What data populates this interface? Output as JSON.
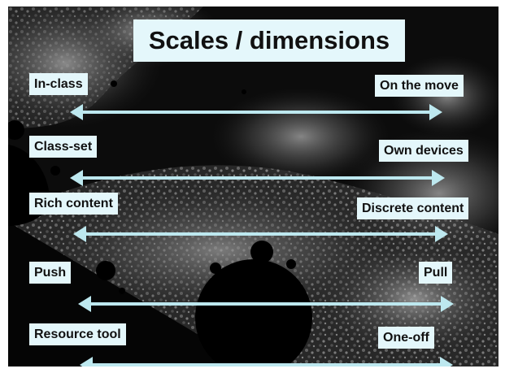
{
  "title": "Scales / dimensions",
  "arrow_color": "#bde8ef",
  "label_background": "#e4f7fb",
  "rows": [
    {
      "left": "In-class",
      "right": "On the move"
    },
    {
      "left": "Class-set",
      "right": "Own devices"
    },
    {
      "left": "Rich content",
      "right": "Discrete content"
    },
    {
      "left": "Push",
      "right": "Pull"
    },
    {
      "left": "Resource tool",
      "right": "One-off"
    }
  ]
}
